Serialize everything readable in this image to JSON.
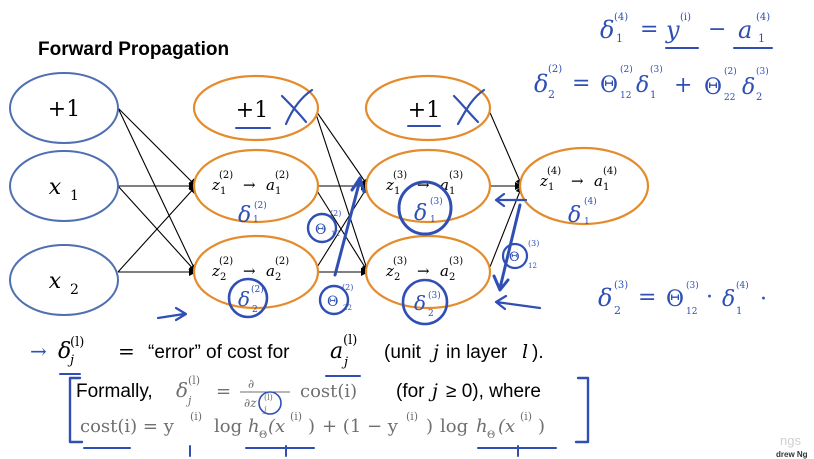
{
  "title": "Forward Propagation",
  "colors": {
    "input_node": "#4f6fb1",
    "hidden_node": "#e48b2c",
    "ink": "#2f4fb4",
    "text": "#000000",
    "watermark": "#d0d0d0"
  },
  "nodes": {
    "in_bias": "+1",
    "in_x1": "x",
    "in_x1_sub": "1",
    "in_x2": "x",
    "in_x2_sub": "2",
    "h2_bias": "+1",
    "h3_bias": "+1",
    "z_letter": "z",
    "a_letter": "a",
    "arrow": "→",
    "l2_sup": "(2)",
    "l3_sup": "(3)",
    "l4_sup": "(4)",
    "sub1": "1",
    "sub2": "2"
  },
  "annotations": {
    "delta": "δ",
    "theta": "Θ",
    "sup1": "(1)",
    "sup2": "(2)",
    "sup3": "(3)",
    "sup4": "(4)",
    "sub1": "1",
    "sub2": "2",
    "sub12": "12",
    "sub22": "22",
    "y": "y",
    "a": "a",
    "equals": "=",
    "minus": "−",
    "plus": "+",
    "dot": "·",
    "sup_i": "(i)"
  },
  "definition": {
    "arrow": "→",
    "delta": "δ",
    "sub_j": "j",
    "sup_l": "(l)",
    "equals": "=",
    "quoted": "“error” of cost for",
    "a": "a",
    "unit": "(unit",
    "j": "j",
    "in_layer": "in layer",
    "l": "l",
    "close": ").",
    "formally": "Formally,",
    "partial_num": "∂",
    "partial_den": "∂z",
    "partial_den_sup": "(l)",
    "partial_den_sub": "j",
    "cost": "cost(i)",
    "for_j": "(for",
    "geq": "≥ 0), where",
    "cost_eq": "cost(i) = y",
    "sup_i": "(i)",
    "log": "log",
    "h": "h",
    "theta_sub": "Θ",
    "xi": "(x",
    "xi_close": ")",
    "plus_mid": "+ (1 − y",
    "close_paren": ")"
  },
  "watermark": {
    "ngs": "ngs",
    "credit": "drew Ng"
  }
}
